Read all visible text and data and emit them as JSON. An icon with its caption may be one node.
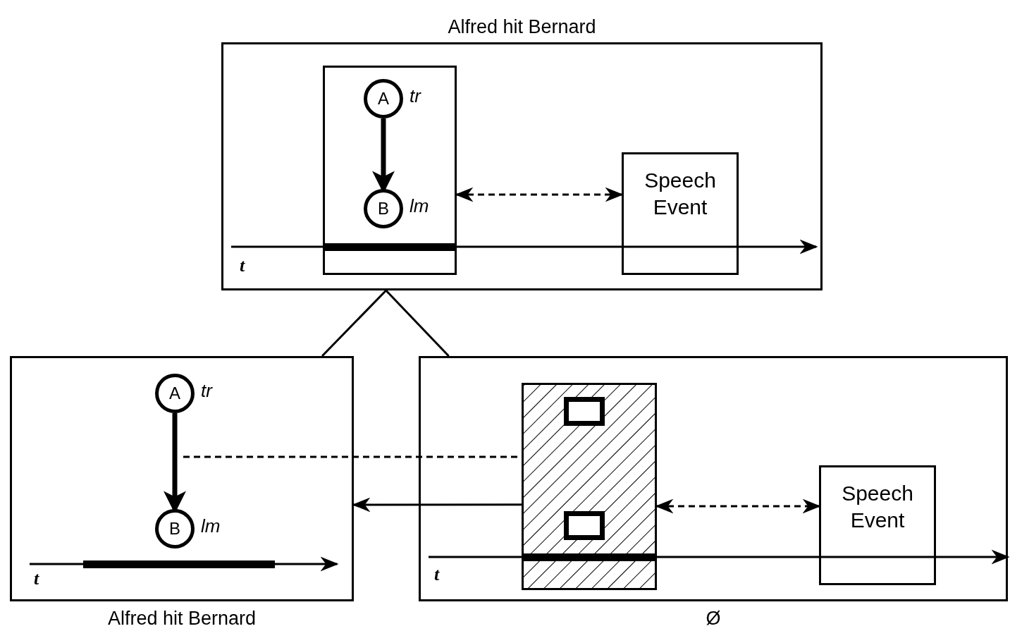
{
  "diagram": {
    "nodes": [
      {
        "text": [
          "Alfred hit Bernard"
        ]
      },
      {
        "text": [],
        "shape": "box",
        "in": 0
      },
      {
        "text": [
          "A"
        ],
        "beside": [
          "tr"
        ],
        "in": 1
      },
      {
        "text": [
          "B"
        ],
        "beside": [
          "lm"
        ],
        "in": 1
      },
      {
        "text": [
          "Speech Event"
        ],
        "in": 0
      },
      {
        "text": [
          "Alfred hit Bernard"
        ]
      },
      {
        "text": [
          "A"
        ],
        "beside": [
          "tr"
        ],
        "in": 5
      },
      {
        "text": [
          "B"
        ],
        "beside": [
          "lm"
        ],
        "in": 5
      },
      {
        "text": [
          "Ø"
        ]
      },
      {
        "text": [],
        "shape": "box",
        "in": 8
      },
      {
        "text": [],
        "shape": "box",
        "in": 9
      },
      {
        "text": [],
        "shape": "box",
        "in": 9
      },
      {
        "text": [
          "Speech Event"
        ],
        "in": 8
      }
    ],
    "edges": [
      {
        "from": 2,
        "to": 3,
        "arrow": "to",
        "style": "thick"
      },
      {
        "from": 1,
        "to": 4,
        "arrow": "both",
        "style": "dashed"
      },
      {
        "from": 0,
        "to": 5,
        "arrow": "none"
      },
      {
        "from": 0,
        "to": 8,
        "arrow": "none"
      },
      {
        "from": 6,
        "to": 7,
        "arrow": "to",
        "style": "thick"
      },
      {
        "from": null,
        "to": 9,
        "arrow": "none",
        "style": "dashed"
      },
      {
        "from": 9,
        "to": 5,
        "arrow": "to"
      },
      {
        "from": 9,
        "to": 12,
        "arrow": "both",
        "style": "dashed"
      }
    ],
    "labels": [
      "t",
      "t",
      "t"
    ]
  }
}
